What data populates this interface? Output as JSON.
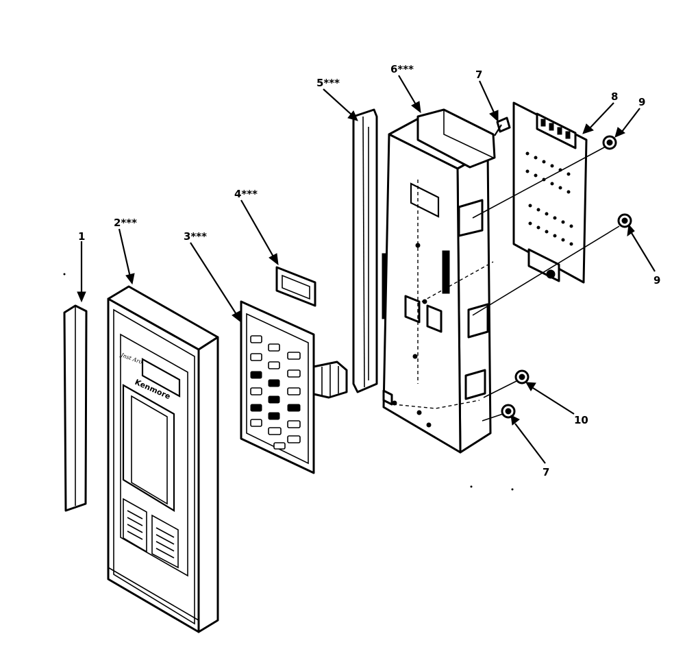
{
  "callouts": {
    "c1": "1",
    "c2": "2***",
    "c3": "3***",
    "c4": "4***",
    "c5": "5***",
    "c6": "6***",
    "c7a": "7",
    "c8": "8",
    "c9a": "9",
    "c9b": "9",
    "c10": "10",
    "c7b": "7"
  },
  "panel_text": {
    "brand": "Kenmore",
    "script": "Jnst Aro"
  },
  "colors": {
    "ink": "#000000",
    "paper": "#ffffff"
  }
}
